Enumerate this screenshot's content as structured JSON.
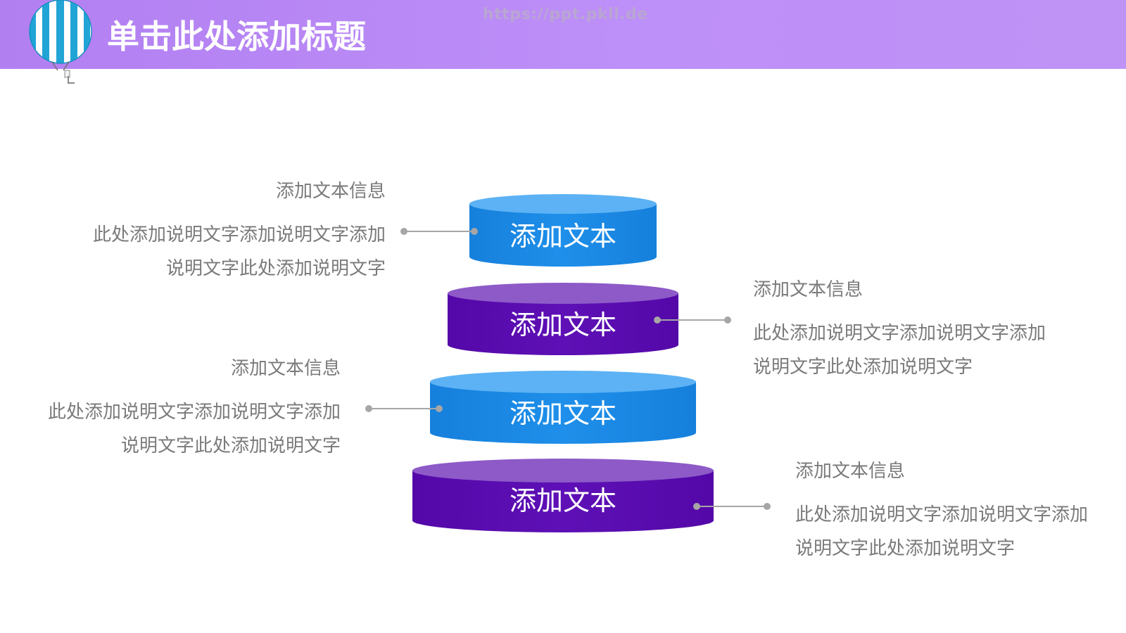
{
  "header": {
    "title": "单击此处添加标题",
    "watermark": "https://ppt.pkll.de"
  },
  "colors": {
    "header": "#bb8cf7",
    "tier_blue": "#1a88e6",
    "tier_blue_top": "#5ab0f3",
    "tier_purple": "#5a0cb0",
    "tier_purple_top": "#8d5ac8",
    "connector": "#a6a6a6",
    "text_gray": "#7a7a7a"
  },
  "tiers": [
    {
      "label": "添加文本",
      "color": "blue"
    },
    {
      "label": "添加文本",
      "color": "purple"
    },
    {
      "label": "添加文本",
      "color": "blue"
    },
    {
      "label": "添加文本",
      "color": "purple"
    }
  ],
  "callouts": [
    {
      "side": "left",
      "heading": "添加文本信息",
      "lines": [
        "此处添加说明文字添加说明文字添加",
        "说明文字此处添加说明文字"
      ]
    },
    {
      "side": "right",
      "heading": "添加文本信息",
      "lines": [
        "此处添加说明文字添加说明文字添加",
        "说明文字此处添加说明文字"
      ]
    },
    {
      "side": "left",
      "heading": "添加文本信息",
      "lines": [
        "此处添加说明文字添加说明文字添加",
        "说明文字此处添加说明文字"
      ]
    },
    {
      "side": "right",
      "heading": "添加文本信息",
      "lines": [
        "此处添加说明文字添加说明文字添加",
        "说明文字此处添加说明文字"
      ]
    }
  ],
  "icons": {
    "header_decoration": "hot-air-balloon-icon"
  }
}
